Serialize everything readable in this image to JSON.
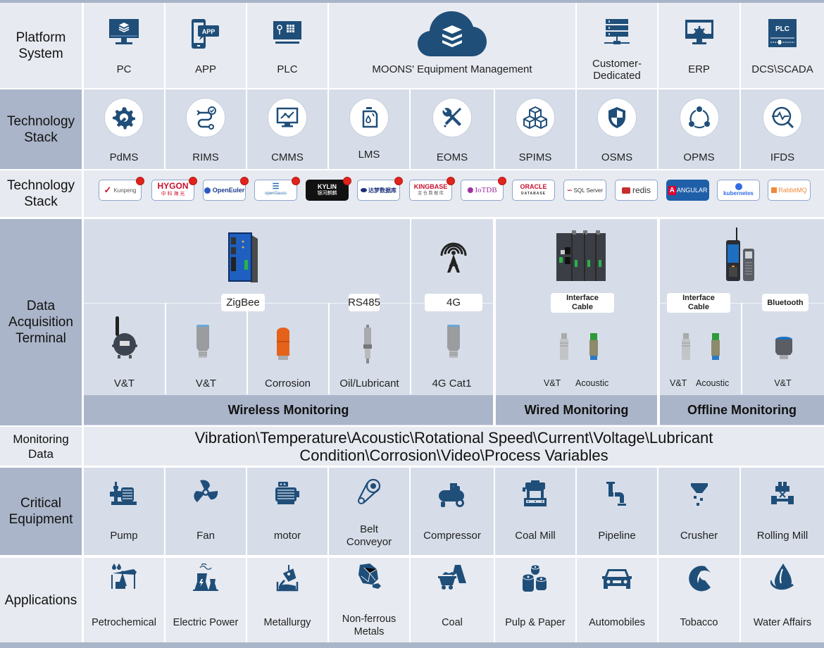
{
  "rows": {
    "platform": {
      "label": "Platform System",
      "items": [
        {
          "label": "PC",
          "icon": "monitor-layers-icon"
        },
        {
          "label": "APP",
          "icon": "mobile-app-icon",
          "icon_text": "APP"
        },
        {
          "label": "PLC",
          "icon": "plc-panel-icon"
        },
        {
          "label": "MOONS' Equipment Management",
          "icon": "cloud-database-icon"
        },
        {
          "label": "Customer-\nDedicated",
          "icon": "server-network-icon"
        },
        {
          "label": "ERP",
          "icon": "monitor-gear-icon"
        },
        {
          "label": "DCS\\SCADA",
          "icon": "plc-slider-icon",
          "icon_text": "PLC"
        }
      ]
    },
    "tech_systems": {
      "label": "Technology Stack",
      "items": [
        {
          "label": "PdMS",
          "icon": "gear-wrench-icon"
        },
        {
          "label": "RIMS",
          "icon": "route-check-icon"
        },
        {
          "label": "CMMS",
          "icon": "monitor-chart-icon"
        },
        {
          "label": "LMS",
          "icon": "oil-can-icon"
        },
        {
          "label": "EOMS",
          "icon": "tools-icon"
        },
        {
          "label": "SPIMS",
          "icon": "cubes-icon"
        },
        {
          "label": "OSMS",
          "icon": "shield-icon"
        },
        {
          "label": "OPMS",
          "icon": "cycle-nodes-icon"
        },
        {
          "label": "IFDS",
          "icon": "search-pulse-icon"
        }
      ]
    },
    "tech_logos": {
      "label": "Technology Stack",
      "logos": [
        {
          "name": "Kunpeng",
          "text": "Kunpeng",
          "flag": true,
          "color": "#555555",
          "bg": "#ffffff"
        },
        {
          "name": "Hygon",
          "text": "HYGON",
          "sub": "中 科 海 光",
          "flag": true,
          "color": "#c8102e",
          "bg": "#ffffff"
        },
        {
          "name": "OpenEuler",
          "text": "OpenEuler",
          "flag": true,
          "color": "#1a3b8c",
          "bg": "#ffffff"
        },
        {
          "name": "openGauss",
          "text": "openGauss",
          "flag": true,
          "color": "#2a6bb0",
          "bg": "#ffffff"
        },
        {
          "name": "Kylin",
          "text": "KYLIN",
          "sub": "银河麒麟",
          "flag": true,
          "color": "#ffffff",
          "bg": "#111111"
        },
        {
          "name": "Dameng",
          "text": "达梦数据库",
          "flag": true,
          "color": "#1c2f7a",
          "bg": "#ffffff"
        },
        {
          "name": "KingBase",
          "text": "KINGBASE",
          "sub": "金 仓 数 据 库",
          "flag": true,
          "color": "#c8102e",
          "bg": "#ffffff"
        },
        {
          "name": "IoTDB",
          "text": "IoTDB",
          "flag": true,
          "color": "#9b2c9e",
          "bg": "#ffffff"
        },
        {
          "name": "Oracle",
          "text": "ORACLE",
          "sub": "DATABASE",
          "flag": false,
          "color": "#c8102e",
          "bg": "#ffffff"
        },
        {
          "name": "SQL Server",
          "text": "SQL Server",
          "flag": false,
          "color": "#333333",
          "bg": "#ffffff"
        },
        {
          "name": "redis",
          "text": "redis",
          "flag": false,
          "color": "#333333",
          "bg": "#ffffff"
        },
        {
          "name": "Angular",
          "text": "ANGULAR",
          "flag": false,
          "color": "#ffffff",
          "bg": "#1f5fa8"
        },
        {
          "name": "kubernetes",
          "text": "kubernetes",
          "flag": false,
          "color": "#326ce5",
          "bg": "#ffffff"
        },
        {
          "name": "RabbitMQ",
          "text": "RabbitMQ",
          "flag": false,
          "color": "#f08a3c",
          "bg": "#ffffff"
        }
      ]
    },
    "dat": {
      "label": "Data Acquisition Terminal",
      "wireless": {
        "band": "Wireless Monitoring",
        "tags": {
          "zigbee": "ZigBee",
          "rs485": "RS485",
          "g4": "4G"
        },
        "sensors": [
          {
            "label": "V&T",
            "icon": "wireless-vt-sensor-icon"
          },
          {
            "label": "V&T",
            "icon": "vt-sensor-icon"
          },
          {
            "label": "Corrosion",
            "icon": "corrosion-sensor-icon"
          },
          {
            "label": "Oil/Lubricant",
            "icon": "oil-sensor-icon"
          },
          {
            "label": "4G Cat1",
            "icon": "4g-sensor-icon"
          }
        ]
      },
      "wired": {
        "band": "Wired Monitoring",
        "tag": "Interface\nCable",
        "sensors": [
          {
            "label": "V&T"
          },
          {
            "label": "Acoustic"
          }
        ]
      },
      "offline": {
        "band": "Offline Monitoring",
        "tag_cable": "Interface\nCable",
        "tag_bt": "Bluetooth",
        "sensors": [
          {
            "label": "V&T"
          },
          {
            "label": "Acoustic"
          },
          {
            "label": "V&T"
          }
        ]
      }
    },
    "monitoring": {
      "label": "Monitoring Data",
      "line1": "Vibration\\Temperature\\Acoustic\\Rotational Speed\\Current\\Voltage\\Lubricant",
      "line2": "Condition\\Corrosion\\Video\\Process Variables"
    },
    "equipment": {
      "label": "Critical Equipment",
      "items": [
        {
          "label": "Pump",
          "icon": "pump-icon"
        },
        {
          "label": "Fan",
          "icon": "fan-icon"
        },
        {
          "label": "motor",
          "icon": "motor-icon"
        },
        {
          "label": "Belt\nConveyor",
          "icon": "belt-conveyor-icon"
        },
        {
          "label": "Compressor",
          "icon": "compressor-icon"
        },
        {
          "label": "Coal Mill",
          "icon": "coal-mill-icon"
        },
        {
          "label": "Pipeline",
          "icon": "pipeline-icon"
        },
        {
          "label": "Crusher",
          "icon": "crusher-icon"
        },
        {
          "label": "Rolling Mill",
          "icon": "rolling-mill-icon"
        }
      ]
    },
    "applications": {
      "label": "Applications",
      "items": [
        {
          "label": "Petrochemical",
          "icon": "oil-pump-icon"
        },
        {
          "label": "Electric Power",
          "icon": "power-plant-icon"
        },
        {
          "label": "Metallurgy",
          "icon": "ladle-icon"
        },
        {
          "label": "Non-ferrous\nMetals",
          "icon": "ore-icon"
        },
        {
          "label": "Coal",
          "icon": "mine-cart-icon"
        },
        {
          "label": "Pulp & Paper",
          "icon": "paper-rolls-icon"
        },
        {
          "label": "Automobiles",
          "icon": "car-icon"
        },
        {
          "label": "Tobacco",
          "icon": "tobacco-leaf-icon"
        },
        {
          "label": "Water Affairs",
          "icon": "water-drop-icon"
        }
      ]
    }
  },
  "colors": {
    "icon": "#1f4e79",
    "label_dark": "#aab5c9",
    "cell_light": "#e7eaf0",
    "cell_mid": "#d6dde8",
    "flag": "#e1231b"
  }
}
